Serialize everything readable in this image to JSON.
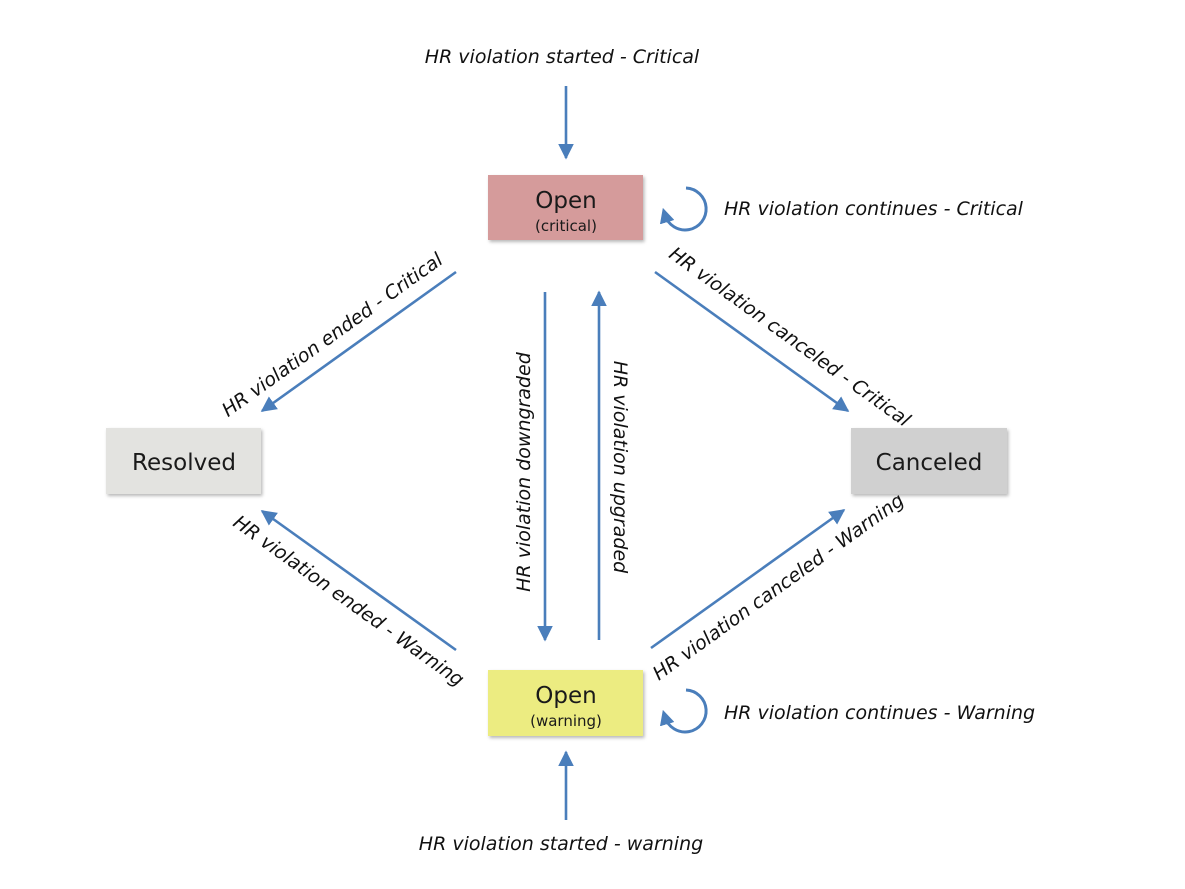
{
  "colors": {
    "open_critical_fill": "#d59b9b",
    "open_warning_fill": "#ecec81",
    "resolved_fill": "#e3e3e0",
    "canceled_fill": "#d0d0d0",
    "arrow": "#4a7ebb"
  },
  "states": {
    "open_critical": {
      "title": "Open",
      "subtitle": "(critical)"
    },
    "open_warning": {
      "title": "Open",
      "subtitle": "(warning)"
    },
    "resolved": {
      "title": "Resolved"
    },
    "canceled": {
      "title": "Canceled"
    }
  },
  "transitions": {
    "start_critical": "HR violation started - Critical",
    "start_warning": "HR violation started - warning",
    "continues_critical": "HR violation continues - Critical",
    "continues_warning": "HR violation continues - Warning",
    "ended_critical": "HR violation ended - Critical",
    "ended_warning": "HR violation ended - Warning",
    "canceled_critical": "HR violation canceled - Critical",
    "canceled_warning": "HR violation canceled - Warning",
    "downgraded": "HR violation downgraded",
    "upgraded": "HR violation upgraded"
  }
}
